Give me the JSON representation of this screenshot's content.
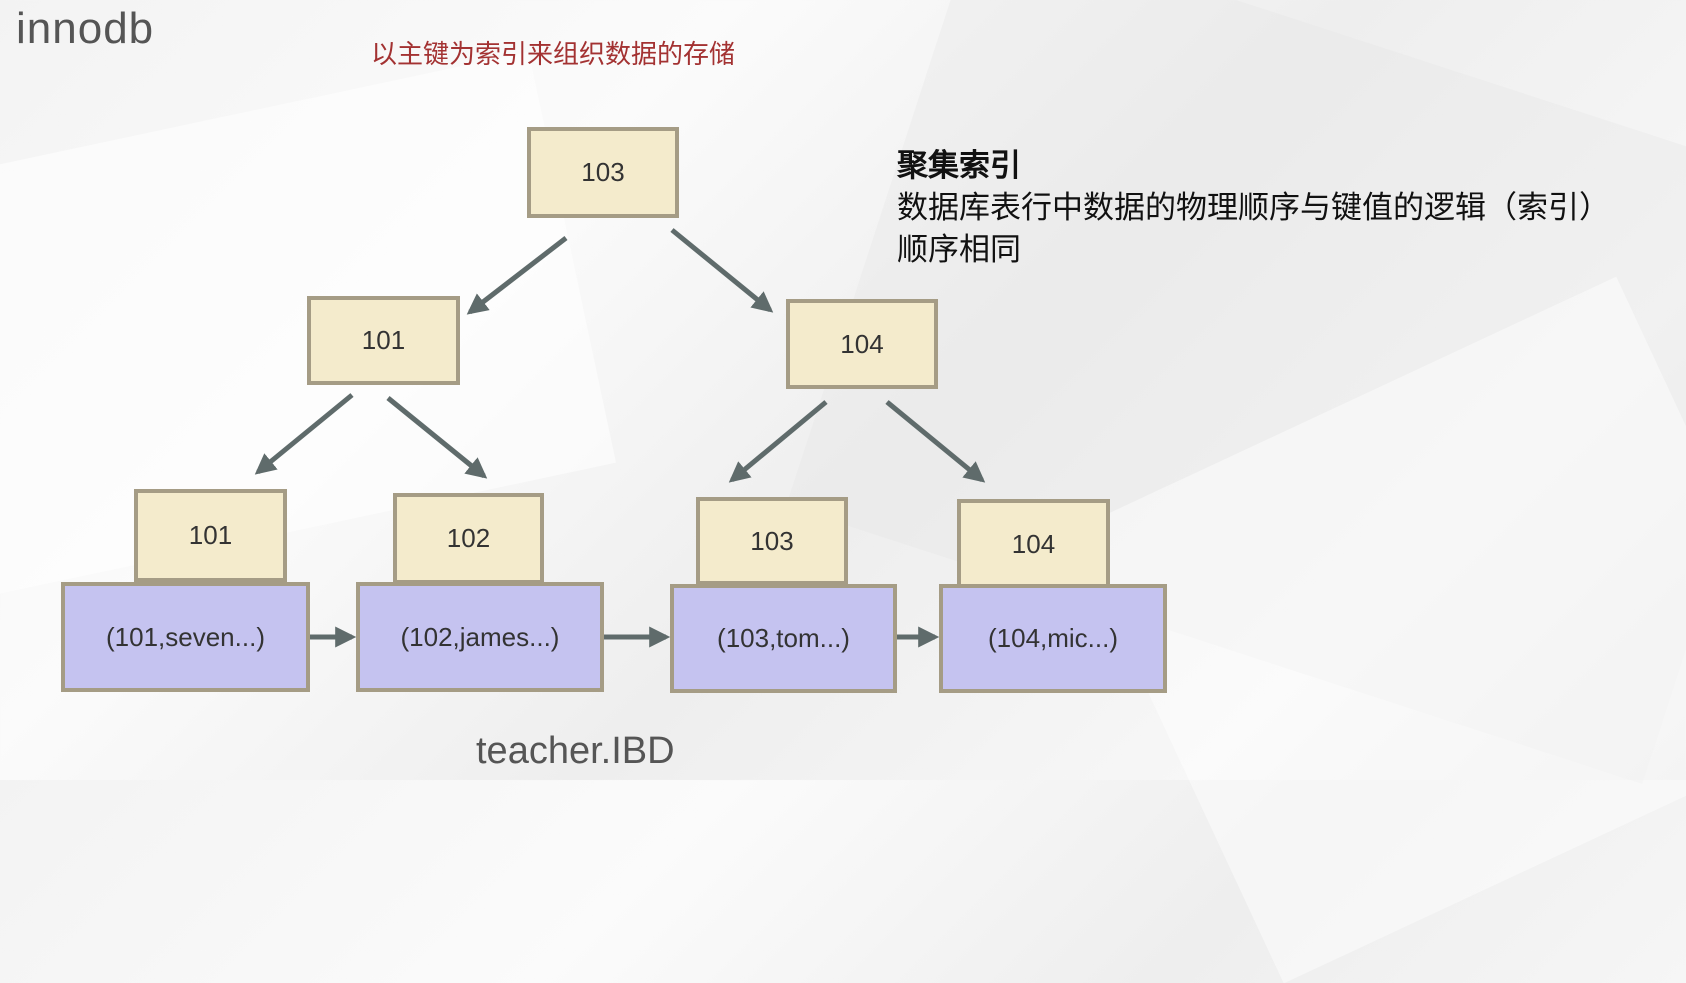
{
  "title": "innodb",
  "subtitle": "以主键为索引来组织数据的存储",
  "description": {
    "heading": "聚集索引",
    "line1": "数据库表行中数据的物理顺序与键值的逻辑（索引）",
    "line2": "顺序相同"
  },
  "tree": {
    "root": "103",
    "level1": [
      "101",
      "104"
    ],
    "leaf_keys": [
      "101",
      "102",
      "103",
      "104"
    ],
    "leaf_rows": [
      "(101,seven...)",
      "(102,james...)",
      "(103,tom...)",
      "(104,mic...)"
    ]
  },
  "footer": "teacher.IBD",
  "colors": {
    "key_fill": "#f4ebcc",
    "row_fill": "#c5c3f0",
    "border": "#a59c85",
    "arrow": "#5f6b6b",
    "subtitle": "#a33232"
  }
}
